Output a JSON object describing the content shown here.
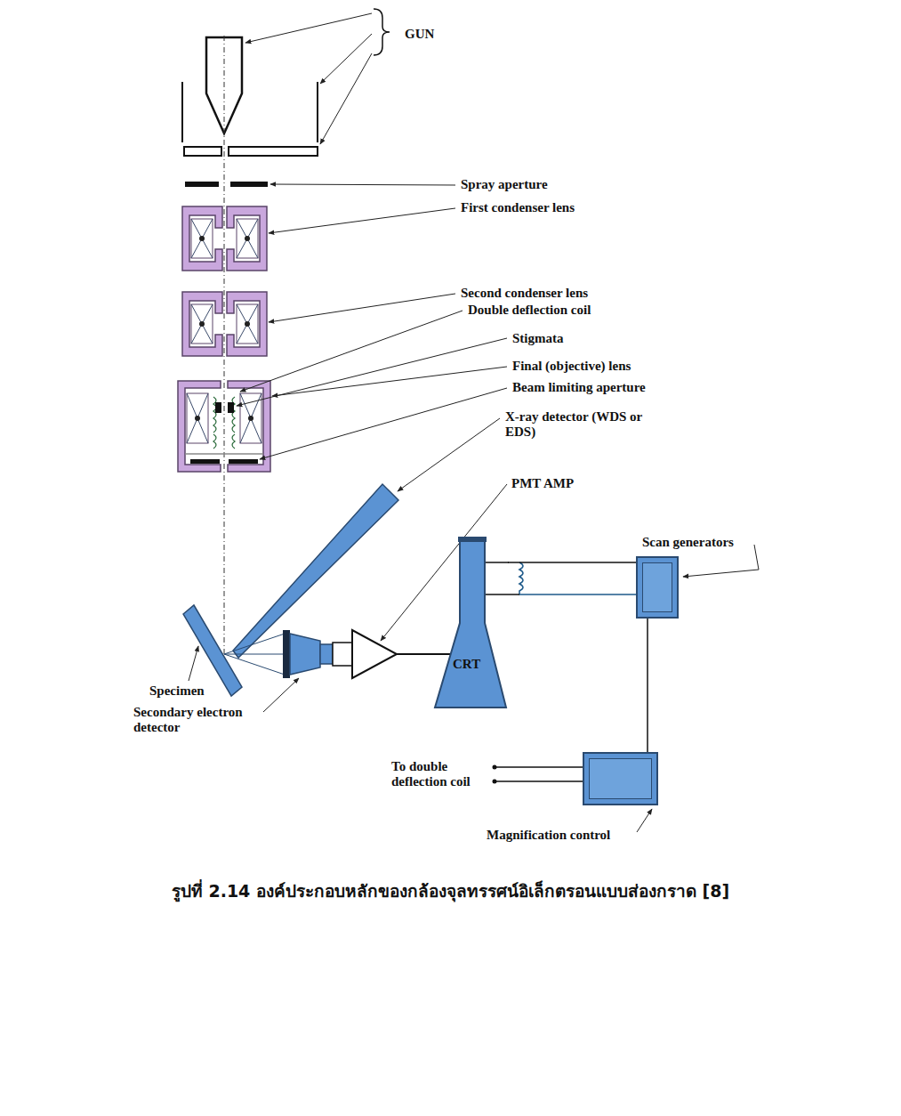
{
  "diagram": {
    "caption": "รูปที่ 2.14 องค์ประกอบหลักของกล้องจุลทรรศน์อิเล็กตรอนแบบส่องกราด [8]",
    "nodes": [
      {
        "text": [
          "CRT"
        ]
      },
      {
        "text": [
          "Scan generators"
        ]
      },
      {
        "text": [
          "Magnification control"
        ]
      }
    ],
    "edges": [
      {
        "from": 0,
        "to": 1,
        "arrow": "none"
      },
      {
        "from": 1,
        "to": 2,
        "arrow": "none"
      }
    ],
    "labels": [
      "GUN",
      "Spray aperture",
      "First condenser lens",
      "Second condenser lens",
      "Double deflection coil",
      "Stigmata",
      "Final (objective) lens",
      "Beam limiting aperture",
      "X-ray detector (WDS or EDS)",
      "PMT AMP",
      "Specimen",
      "Secondary electron detector",
      "To double deflection coil"
    ]
  }
}
